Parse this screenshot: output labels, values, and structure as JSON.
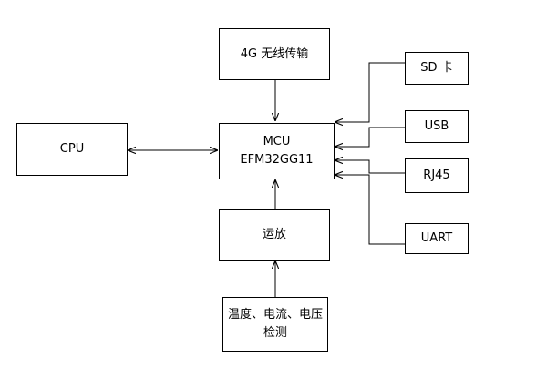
{
  "blocks": {
    "wireless": {
      "label": "4G 无线传输"
    },
    "cpu": {
      "label": "CPU"
    },
    "mcu": {
      "line1": "MCU",
      "line2": "EFM32GG11"
    },
    "amp": {
      "label": "运放"
    },
    "sensor": {
      "line1": "温度、电流、电压",
      "line2": "检测"
    },
    "sd": {
      "label": "SD 卡"
    },
    "usb": {
      "label": "USB"
    },
    "rj45": {
      "label": "RJ45"
    },
    "uart": {
      "label": "UART"
    }
  },
  "colors": {
    "stroke": "#000000",
    "fill": "#ffffff"
  }
}
